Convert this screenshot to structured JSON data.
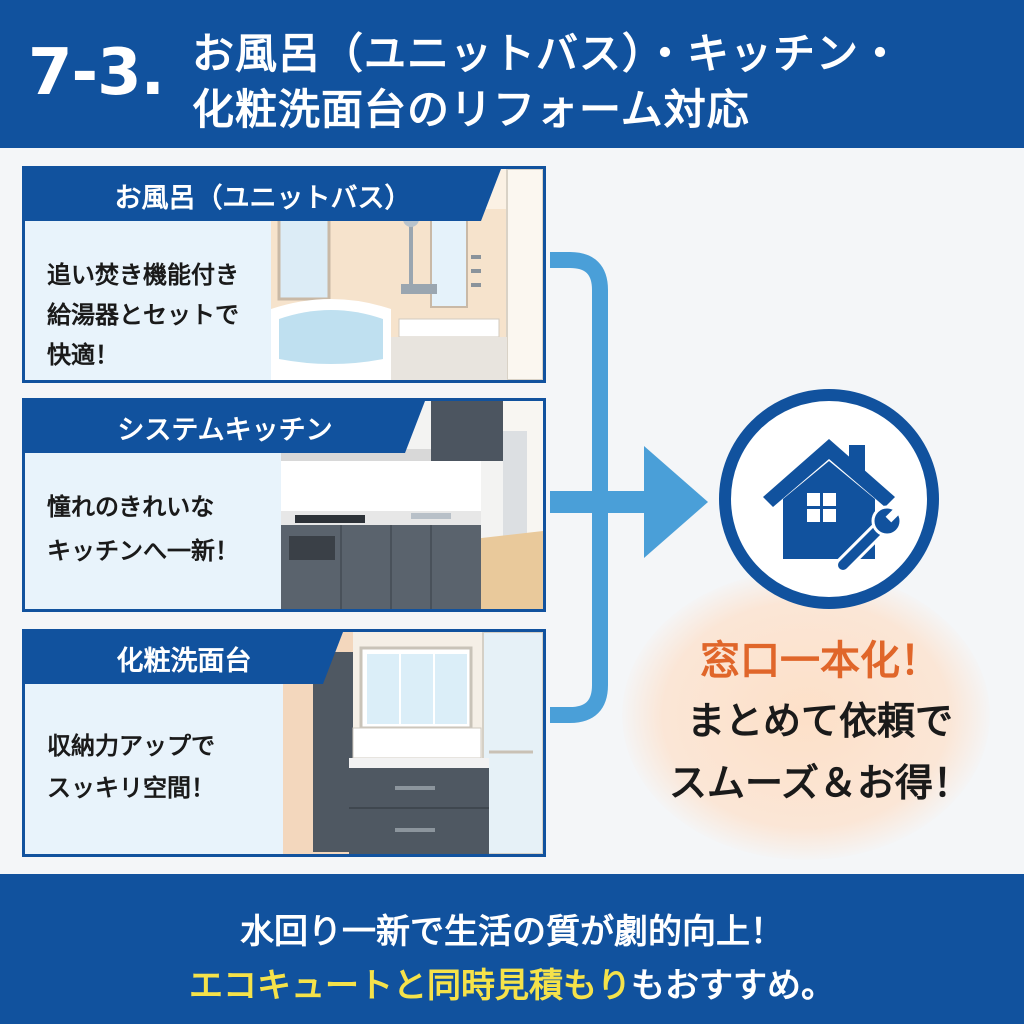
{
  "header": {
    "number": "7-3.",
    "title_line1": "お風呂（ユニットバス）・キッチン・",
    "title_line2": "化粧洗面台のリフォーム対応"
  },
  "cards": [
    {
      "heading": "お風呂（ユニットバス）",
      "lines": [
        "追い焚き機能付き",
        "給湯器とセットで",
        "快適！"
      ]
    },
    {
      "heading": "システムキッチン",
      "lines": [
        "憧れのきれいな",
        "キッチンへ一新！"
      ]
    },
    {
      "heading": "化粧洗面台",
      "lines": [
        "収納力アップで",
        "スッキリ空間！"
      ]
    }
  ],
  "hub": {
    "icon": "house-wrench-icon",
    "message_highlight": "窓口一本化！",
    "message_line2": "まとめて依頼で",
    "message_line3": "スムーズ＆お得！"
  },
  "footer": {
    "line1": "水回り一新で生活の質が劇的向上！",
    "line2_highlight": "エコキュートと同時見積もり",
    "line2_rest": "もおすすめ。"
  },
  "colors": {
    "brand_blue": "#11529e",
    "connector_blue": "#4a9fd8",
    "accent_orange": "#e0662a",
    "highlight_yellow": "#f5e24a"
  }
}
